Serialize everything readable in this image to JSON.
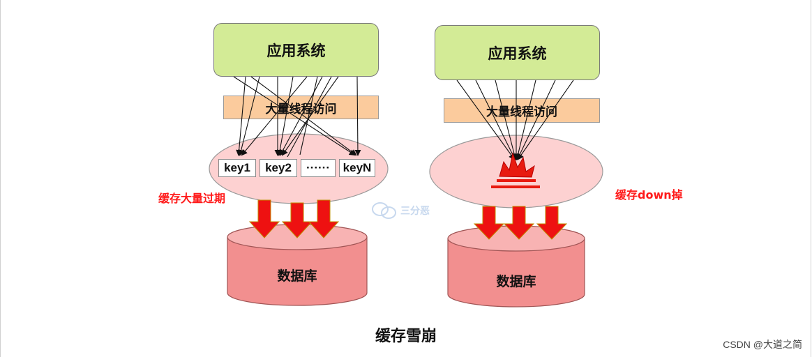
{
  "left_panel": {
    "app_label": "应用系统",
    "thread_label": "大量线程访问",
    "keys": [
      "key1",
      "key2",
      "······",
      "keyN"
    ],
    "status_label": "缓存大量过期",
    "db_label": "数据库"
  },
  "right_panel": {
    "app_label": "应用系统",
    "thread_label": "大量线程访问",
    "status_label": "缓存down掉",
    "db_label": "数据库"
  },
  "caption": "缓存雪崩",
  "watermark": "三分恶",
  "credit": "CSDN @大道之简",
  "colors": {
    "app_box": "#d3eb96",
    "thread_box": "#fbcb9d",
    "cache_ellipse": "#fdd1d1",
    "database": "#f28f8f",
    "arrow_red": "#ee1111",
    "status_text": "#ff1a1a"
  }
}
